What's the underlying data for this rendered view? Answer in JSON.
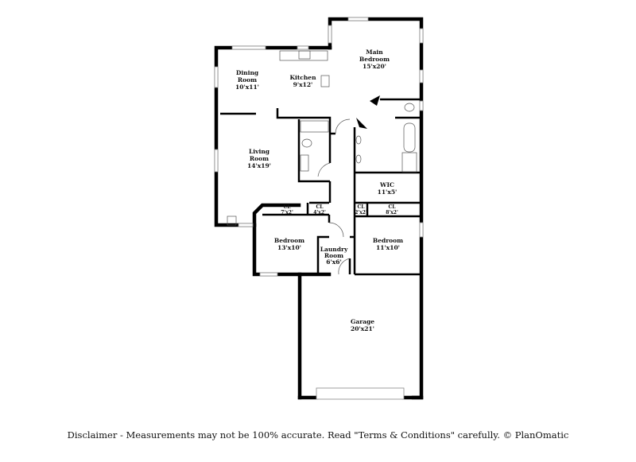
{
  "rooms": {
    "main_bedroom": {
      "name1": "Main",
      "name2": "Bedroom",
      "size": "15'x20'"
    },
    "dining_room": {
      "name1": "Dining",
      "name2": "Room",
      "size": "10'x11'"
    },
    "kitchen": {
      "name": "Kitchen",
      "size": "9'x12'"
    },
    "living_room": {
      "name1": "Living",
      "name2": "Room",
      "size": "14'x19'"
    },
    "wic": {
      "name": "WIC",
      "size": "11'x5'"
    },
    "cl_1": {
      "name": "CL",
      "size": "7'x2'"
    },
    "cl_2": {
      "name": "CL",
      "size": "4'x2'"
    },
    "cl_3": {
      "name": "CL",
      "size": "2'x2'"
    },
    "cl_4": {
      "name": "CL",
      "size": "8'x2'"
    },
    "bedroom_1": {
      "name": "Bedroom",
      "size": "13'x10'"
    },
    "laundry": {
      "name1": "Laundry",
      "name2": "Room",
      "size": "6'x6'"
    },
    "bedroom_2": {
      "name": "Bedroom",
      "size": "11'x10'"
    },
    "garage": {
      "name": "Garage",
      "size": "20'x21'"
    }
  },
  "disclaimer": "Disclaimer - Measurements may not be 100% accurate. Read \"Terms & Conditions\" carefully. © PlanOmatic"
}
